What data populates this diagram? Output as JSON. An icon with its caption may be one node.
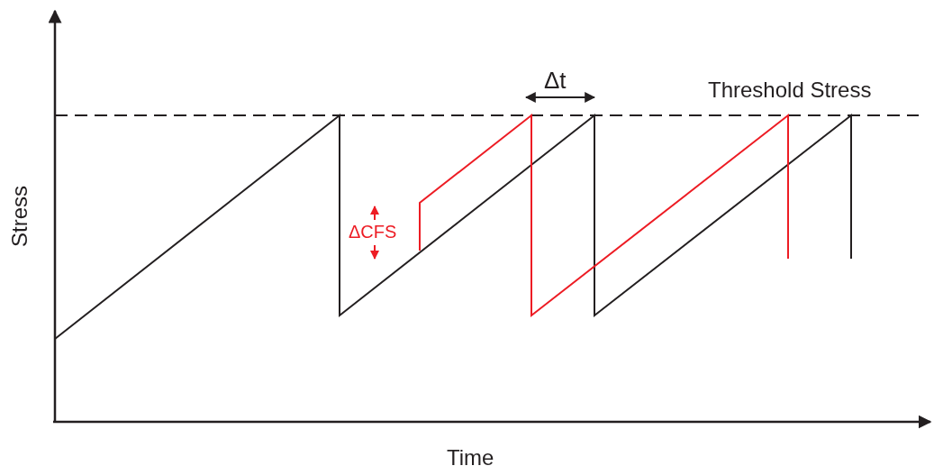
{
  "diagram": {
    "labels": [
      "Δt",
      "Threshold Stress",
      "ΔCFS",
      "Stress",
      "Time"
    ]
  }
}
